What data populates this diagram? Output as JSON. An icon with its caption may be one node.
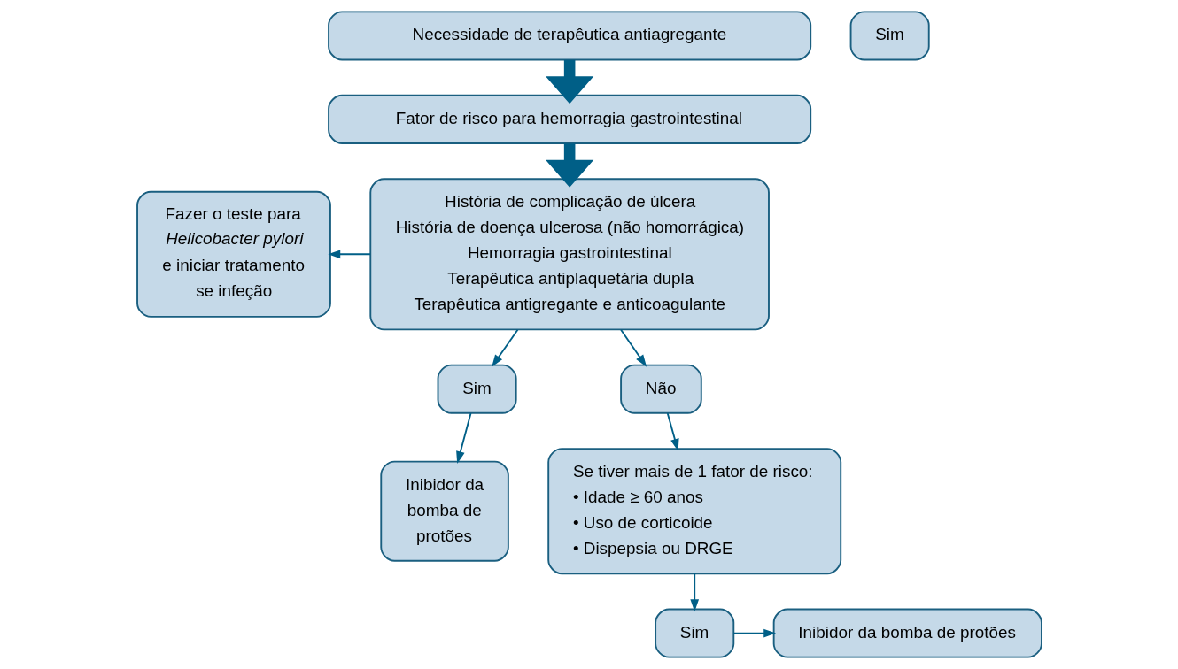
{
  "diagram": {
    "nodes": [
      {
        "text": [
          "Necessidade de terapêutica antiagregante"
        ]
      },
      {
        "text": [
          "Sim"
        ]
      },
      {
        "text": [
          "Fator de risco para hemorragia gastrointestinal"
        ]
      },
      {
        "text": [
          "Fazer o teste para *Helicobacter pylori* e iniciar tratamento se infeção"
        ]
      },
      {
        "text": [
          "História de complicação de úlcera",
          "História de doença ulcerosa (não homorrágica)",
          "Hemorragia gastrointestinal",
          "Terapêutica antiplaquetária dupla",
          "Terapêutica antigregante e anticoagulante"
        ]
      },
      {
        "text": [
          "Sim"
        ]
      },
      {
        "text": [
          "Inibidor da bomba de protões"
        ]
      },
      {
        "text": [
          "Não"
        ]
      },
      {
        "text": [
          "Se tiver mais de 1 fator de risco:",
          "• Idade ≥ 60 anos",
          "• Uso de corticoide",
          "• Dispepsia ou DRGE"
        ]
      },
      {
        "text": [
          "Sim"
        ]
      },
      {
        "text": [
          "Inibidor da bomba de protões"
        ]
      }
    ],
    "edges": [
      {
        "from": 0,
        "to": 2,
        "arrow": "to",
        "style": "thick"
      },
      {
        "from": 2,
        "to": 4,
        "arrow": "to",
        "style": "thick"
      },
      {
        "from": 4,
        "to": 3,
        "arrow": "to"
      },
      {
        "from": 4,
        "to": 5,
        "arrow": "to"
      },
      {
        "from": 5,
        "to": 6,
        "arrow": "to"
      },
      {
        "from": 4,
        "to": 7,
        "arrow": "to"
      },
      {
        "from": 7,
        "to": 8,
        "arrow": "to"
      },
      {
        "from": 8,
        "to": 9,
        "arrow": "to"
      },
      {
        "from": 9,
        "to": 10,
        "arrow": "to"
      }
    ]
  }
}
